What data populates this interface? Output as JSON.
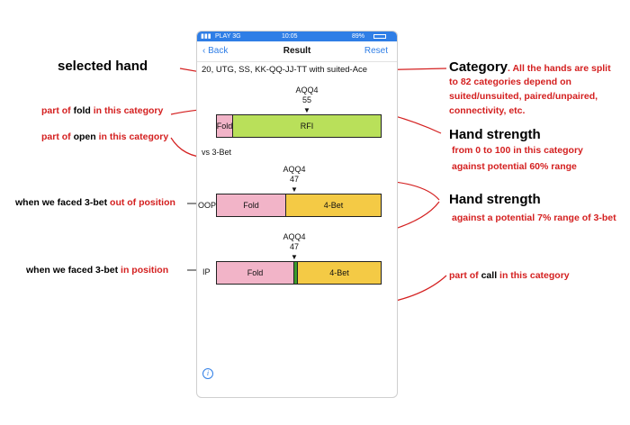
{
  "phone": {
    "status": {
      "carrier": "PLAY 3G",
      "time": "10:05",
      "battery": "89%"
    },
    "nav": {
      "back": "Back",
      "title": "Result",
      "reset": "Reset"
    },
    "hand_line": "20, UTG, SS, KK-QQ-JJ-TT with suited-Ace",
    "rfi": {
      "hand": "AQQ4",
      "strength": "55",
      "pointer": "▼",
      "fold": "Fold",
      "open": "RFI"
    },
    "vs3bet_title": "vs 3-Bet",
    "oop": {
      "hand": "AQQ4",
      "strength": "47",
      "pointer": "▼",
      "label": "OOP",
      "fold": "Fold",
      "fourbet": "4-Bet"
    },
    "ip": {
      "hand": "AQQ4",
      "strength": "47",
      "pointer": "▼",
      "label": "IP",
      "fold": "Fold",
      "fourbet": "4-Bet"
    },
    "info_icon": "i"
  },
  "annotations": {
    "selected_hand": "selected hand",
    "category_title": "Category",
    "category_desc_1": ". All the hands are split",
    "category_desc_2": "to 82 categories depend on",
    "category_desc_3": "suited/unsuited, paired/unpaired,",
    "category_desc_4": "connectivity, etc.",
    "fold_part_1": "part of ",
    "fold_part_2": "fold",
    "fold_part_3": " in this category",
    "open_part_1": "part of ",
    "open_part_2": "open",
    "open_part_3": " in this category",
    "hs1_title": "Hand strength",
    "hs1_desc_1": "from 0 to 100 in this category",
    "hs1_desc_2": "against potential 60% range",
    "oop_1": "when we faced 3-bet ",
    "oop_2": "out of position",
    "hs2_title": "Hand strength",
    "hs2_desc": "against a potential 7% range of 3-bet",
    "ip_1": "when we faced 3-bet ",
    "ip_2": "in position",
    "call_1": "part of ",
    "call_2": "call",
    "call_3": " in this category"
  },
  "colors": {
    "accent": "#2f7ee6",
    "annotation_red": "#d42020",
    "fold_pink": "#f2b4c8",
    "rfi_green": "#b9e05a",
    "fourbet_yellow": "#f4ca45",
    "call_green": "#3a9a2a"
  }
}
